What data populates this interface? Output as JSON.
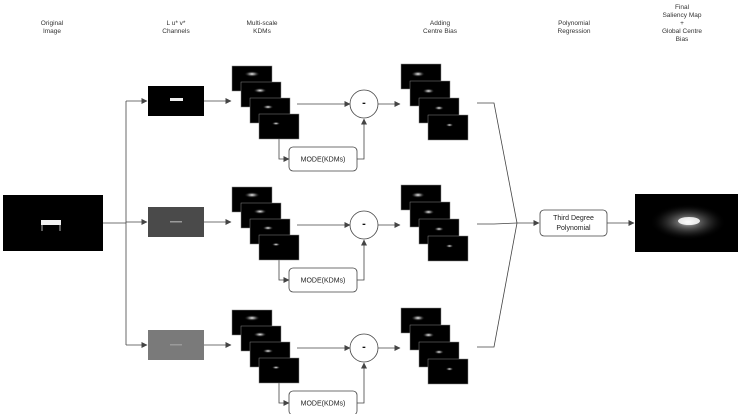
{
  "headers": [
    {
      "lines": [
        "Original",
        "Image"
      ]
    },
    {
      "lines": [
        "L u* v*",
        "Channels"
      ]
    },
    {
      "lines": [
        "Multi-scale",
        "KDMs"
      ]
    },
    {
      "lines": [
        "Adding",
        "Centre Bias"
      ]
    },
    {
      "lines": [
        "Polynomial",
        "Regression"
      ]
    },
    {
      "lines": [
        "Final",
        "Saliency Map",
        "+",
        "Global Centre",
        "Bias"
      ]
    }
  ],
  "rows": [
    {
      "channel": "L",
      "mode_label": "MODE(KDMs)",
      "operator": "-"
    },
    {
      "channel": "u*",
      "mode_label": "MODE(KDMs)",
      "operator": "-"
    },
    {
      "channel": "v*",
      "mode_label": "MODE(KDMs)",
      "operator": "-"
    }
  ],
  "regression": {
    "lines": [
      "Third Degree",
      "Polynomial"
    ]
  },
  "colors": {
    "line": "#444444",
    "image_bg": "#000000",
    "u_channel": "#4a4a4a",
    "v_channel": "#7a7a7a"
  }
}
